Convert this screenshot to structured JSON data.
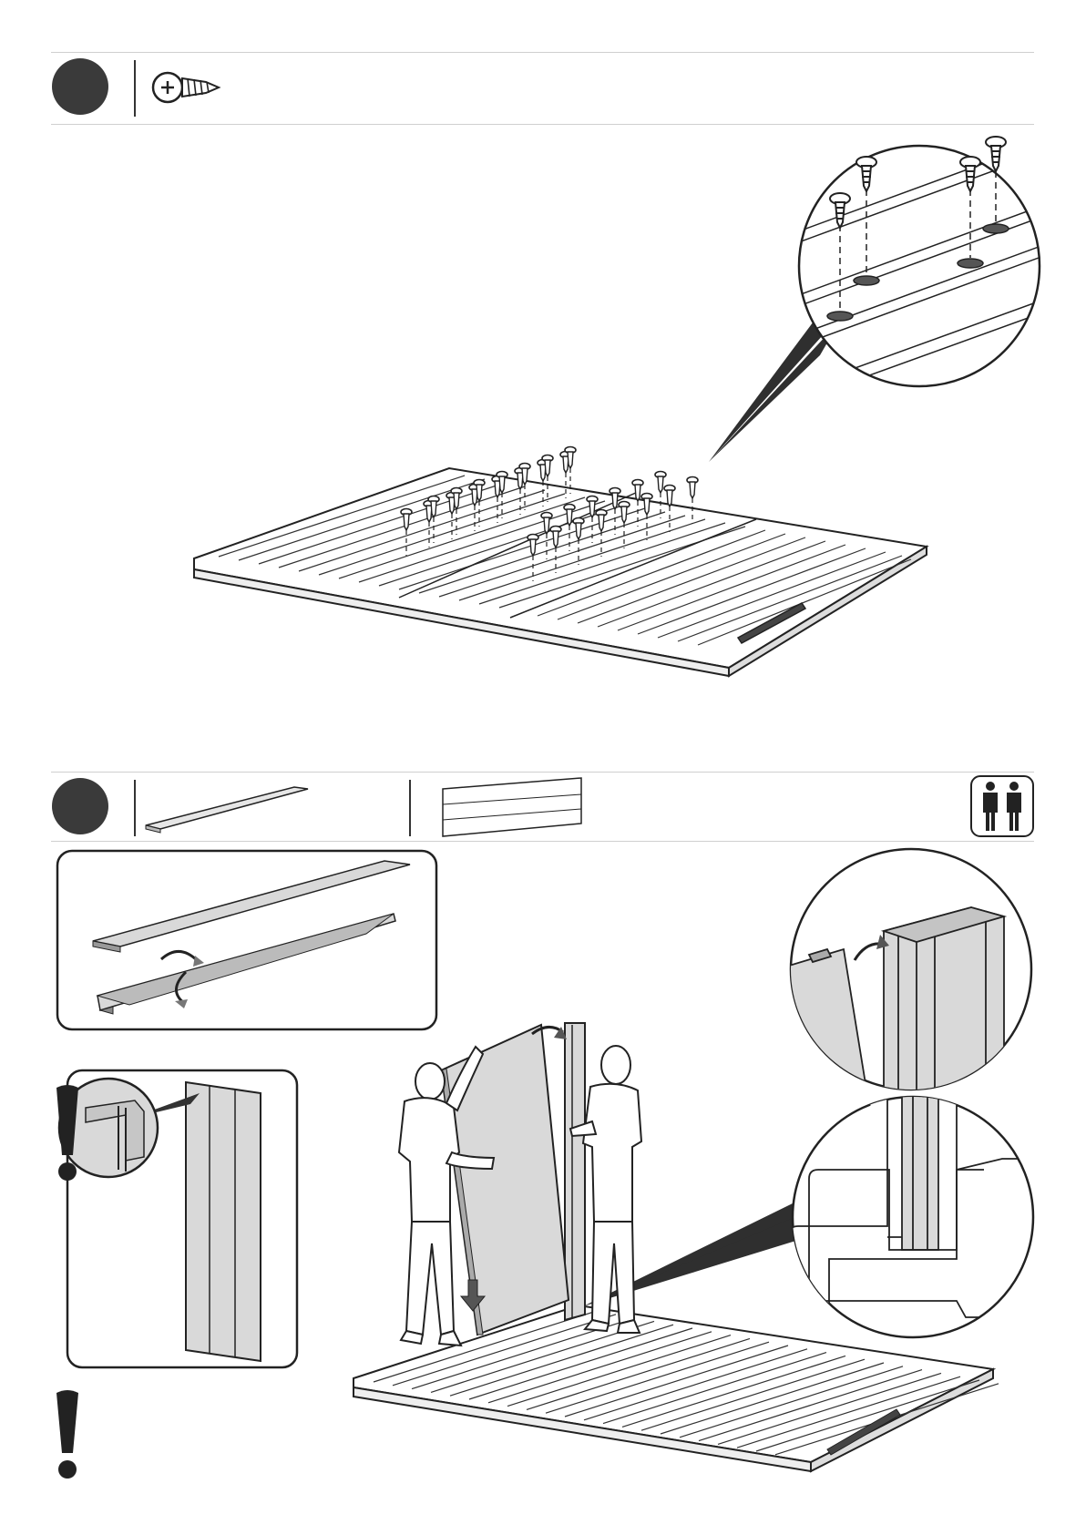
{
  "steps": [
    {
      "parts": [
        {
          "icon": "screw-icon"
        }
      ],
      "illustrations": [
        "floor-base-with-screws",
        "magnified-screw-holes-callout"
      ]
    },
    {
      "parts": [
        {
          "icon": "floor-strip-icon"
        },
        {
          "icon": "wall-panel-icon"
        }
      ],
      "people_required_icon": "two-people-icon",
      "illustrations": [
        "strip-flip-inset",
        "panel-orientation-warning-inset",
        "two-people-raising-panel",
        "panel-edge-callout",
        "panel-slot-callout"
      ],
      "warning_icons": [
        "exclamation-icon",
        "exclamation-icon"
      ]
    }
  ],
  "colors": {
    "step_dot": "#3a3a3a",
    "rule": "#cfcfcf",
    "panel_fill": "#d9d9d9",
    "line": "#222222"
  }
}
